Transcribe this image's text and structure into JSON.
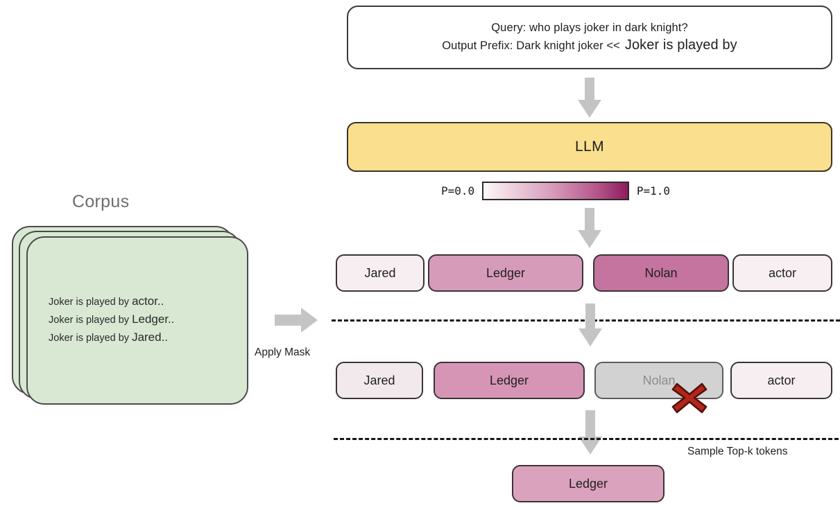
{
  "query_box": {
    "line1": "Query: who plays joker in dark knight?",
    "line2_prefix": "Output Prefix: Dark knight joker <<",
    "line2_emphasis": "Joker is played by"
  },
  "llm": {
    "label": "LLM"
  },
  "probability_legend": {
    "min_label": "P=0.0",
    "max_label": "P=1.0",
    "gradient_from": "#fdf8fa",
    "gradient_to": "#8e1c5b"
  },
  "corpus": {
    "title": "Corpus",
    "card_color": "#d9e8d3",
    "lines": [
      {
        "prefix": "Joker is played by",
        "token": "actor.."
      },
      {
        "prefix": "Joker is played by",
        "token": "Ledger.."
      },
      {
        "prefix": "Joker is played by",
        "token": "Jared.."
      }
    ]
  },
  "apply_mask_label": "Apply Mask",
  "sample_label": "Sample Top-k tokens",
  "token_row_raw": {
    "tokens": [
      {
        "label": "Jared",
        "color": "#f6eef1",
        "probability": 0.05
      },
      {
        "label": "Ledger",
        "color": "#d79bba",
        "probability": 0.55
      },
      {
        "label": "Nolan",
        "color": "#c4749e",
        "probability": 0.75
      },
      {
        "label": "actor",
        "color": "#f7eff2",
        "probability": 0.05
      }
    ]
  },
  "token_row_masked": {
    "tokens": [
      {
        "label": "Jared",
        "color": "#f2e9ec",
        "masked": false
      },
      {
        "label": "Ledger",
        "color": "#d795b5",
        "masked": false
      },
      {
        "label": "Nolan",
        "color": "#d2d2d2",
        "masked": true
      },
      {
        "label": "actor",
        "color": "#f6eef1",
        "masked": false
      }
    ]
  },
  "selected_token": {
    "label": "Ledger",
    "color": "#dba2bd"
  },
  "mask_marker": {
    "icon": "red-x",
    "color": "#b3261a"
  },
  "arrow_color": "#c4c4c4"
}
